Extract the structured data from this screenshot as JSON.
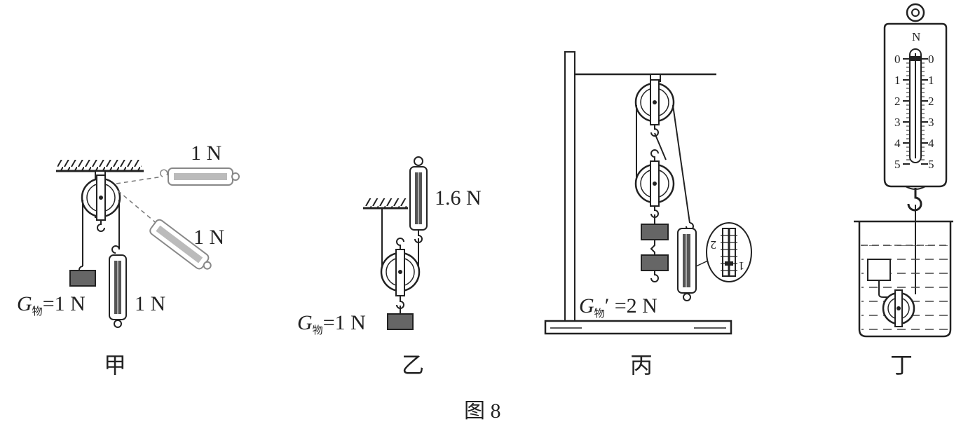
{
  "figure_caption": "图 8",
  "panels": {
    "jia": {
      "caption": "甲",
      "label_top_scale": "1 N",
      "label_angled_scale": "1 N",
      "label_vertical_scale": "1 N",
      "weight_g": "G",
      "weight_sub": "物",
      "weight_value": "=1 N"
    },
    "yi": {
      "caption": "乙",
      "scale_reading": "1.6 N",
      "weight_g": "G",
      "weight_sub": "物",
      "weight_value": "=1 N"
    },
    "bing": {
      "caption": "丙",
      "weight_g": "G",
      "weight_sub": "物",
      "weight_value": "′ =2 N",
      "zoom_tick_upper": "2",
      "zoom_tick_lower": "1"
    },
    "ding": {
      "caption": "丁",
      "unit": "N",
      "ticks": [
        "0",
        "1",
        "2",
        "3",
        "4",
        "5"
      ]
    }
  }
}
